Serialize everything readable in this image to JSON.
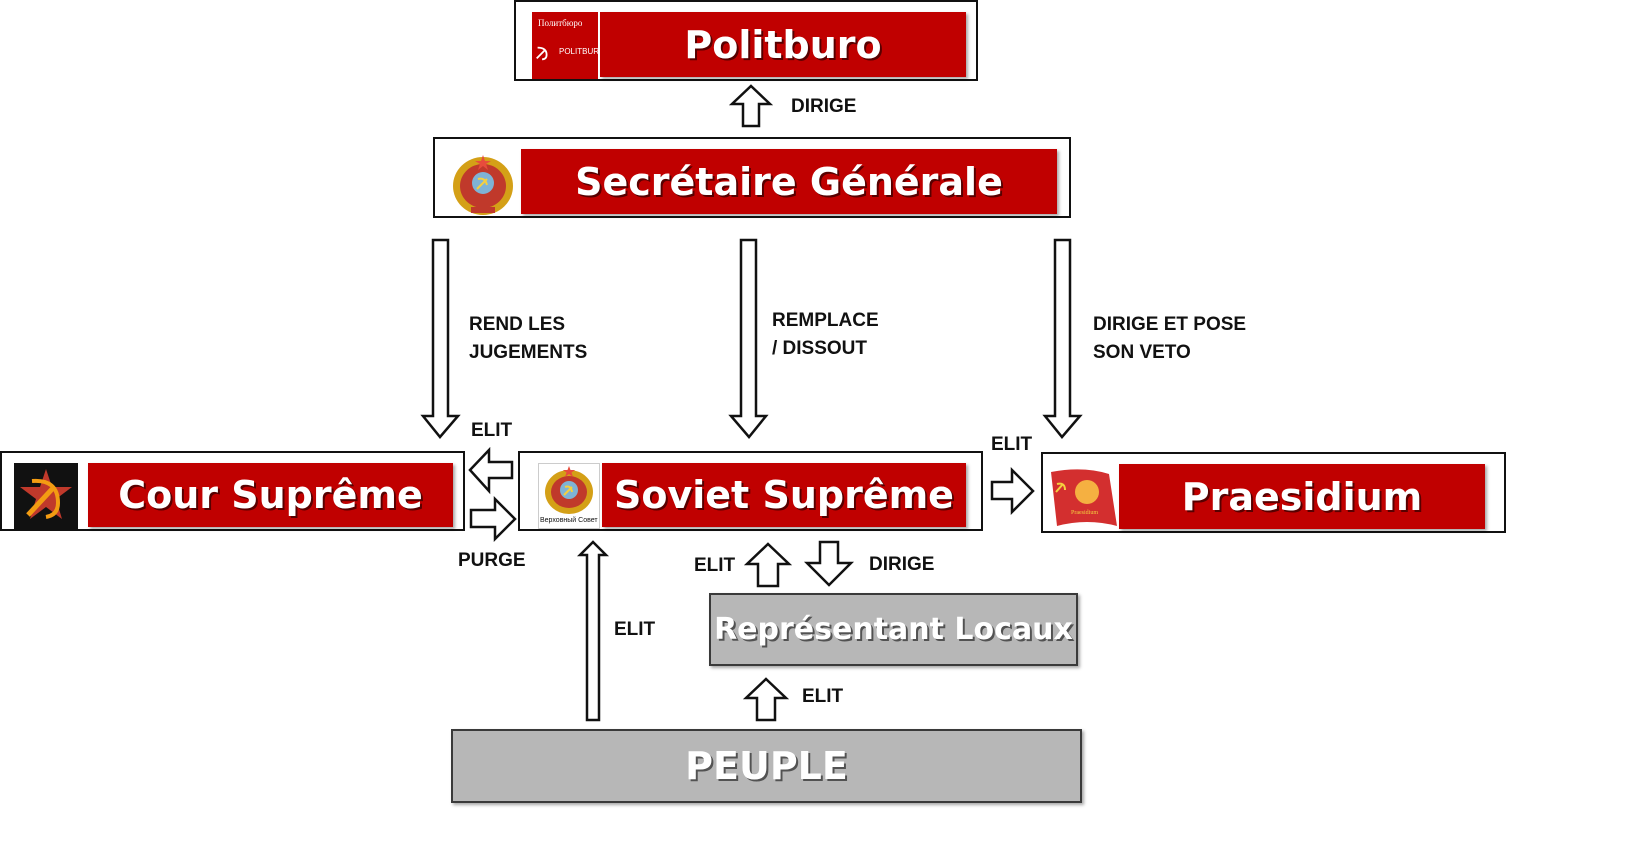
{
  "nodes": {
    "politburo": {
      "label": "Politburo",
      "logo_text_top": "Политбюро",
      "logo_text_bottom": "POLITBURO"
    },
    "secretaire": {
      "label": "Secrétaire Générale"
    },
    "cour": {
      "label": "Cour Suprême"
    },
    "soviet": {
      "label": "Soviet Suprême",
      "logo_caption": "Верховный Совет"
    },
    "praesidium": {
      "label": "Praesidium",
      "logo_caption": "Praesidium"
    },
    "representants": {
      "label": "Représentant Locaux"
    },
    "peuple": {
      "label": "PEUPLE"
    }
  },
  "edges": {
    "dirige_politburo": "DIRIGE",
    "rend_jugements_1": "REND LES",
    "rend_jugements_2": "JUGEMENTS",
    "remplace_1": "REMPLACE",
    "remplace_2": "/ DISSOUT",
    "dirige_veto_1": "DIRIGE ET POSE",
    "dirige_veto_2": "SON VETO",
    "elit_cour": "ELIT",
    "purge": "PURGE",
    "elit_praesidium": "ELIT",
    "elit_soviet_local": "ELIT",
    "dirige_local": "DIRIGE",
    "elit_peuple_soviet": "ELIT",
    "elit_peuple_local": "ELIT"
  },
  "colors": {
    "red": "#c00000",
    "gray": "#b7b7b7",
    "border": "#111111"
  },
  "icons": [
    "hammer-sickle-icon",
    "state-emblem-icon",
    "lenin-banner-icon"
  ]
}
